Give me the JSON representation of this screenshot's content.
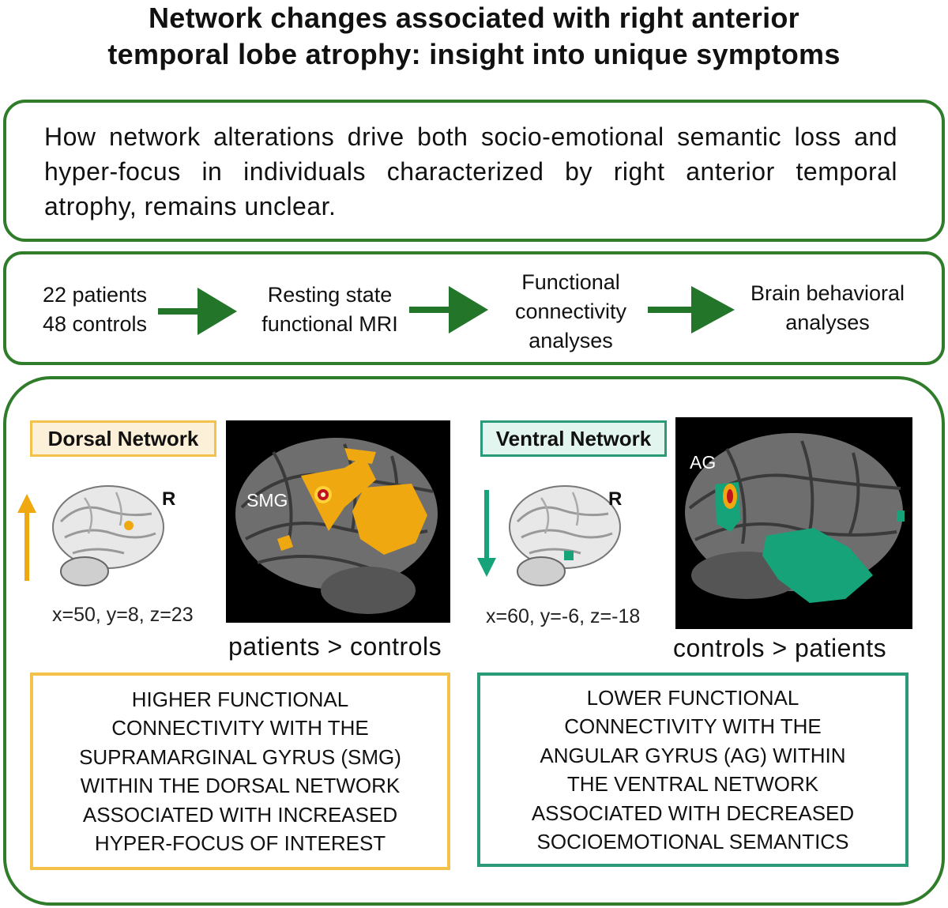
{
  "title": {
    "line1": "Network changes associated with right anterior",
    "line2": "temporal lobe atrophy: insight into unique symptoms"
  },
  "question": "How network alterations drive both socio-emotional semantic loss and hyper-focus in individuals characterized by right anterior temporal atrophy, remains unclear.",
  "workflow": {
    "steps": [
      {
        "lines": [
          "22 patients",
          "48 controls"
        ]
      },
      {
        "lines": [
          "Resting state",
          "functional MRI"
        ]
      },
      {
        "lines": [
          "Functional",
          "connectivity",
          "analyses"
        ]
      },
      {
        "lines": [
          "Brain behavioral",
          "analyses"
        ]
      }
    ]
  },
  "dorsal": {
    "label": "Dorsal Network",
    "hemisphere": "R",
    "coords": "x=50, y=8, z=23",
    "region_label": "SMG",
    "comparison": "patients > controls",
    "finding_lines": [
      "HIGHER FUNCTIONAL",
      "CONNECTIVITY WITH THE",
      "SUPRAMARGINAL GYRUS (SMG)",
      "WITHIN THE DORSAL NETWORK",
      "ASSOCIATED WITH INCREASED",
      "HYPER-FOCUS OF INTEREST"
    ],
    "direction": "up",
    "color": "#f0a810"
  },
  "ventral": {
    "label": "Ventral Network",
    "hemisphere": "R",
    "coords": "x=60, y=-6, z=-18",
    "region_label": "AG",
    "comparison": "controls > patients",
    "finding_lines": [
      "LOWER FUNCTIONAL",
      "CONNECTIVITY WITH THE",
      "ANGULAR GYRUS (AG) WITHIN",
      "THE VENTRAL NETWORK",
      "ASSOCIATED WITH DECREASED",
      "SOCIOEMOTIONAL SEMANTICS"
    ],
    "direction": "down",
    "color": "#17a379"
  },
  "colors": {
    "frame_green": "#2f7d2a",
    "arrow_green": "#23752a",
    "dorsal_box_border": "#f4c14a",
    "dorsal_label_bg": "#fdf0d8",
    "ventral_box_border": "#2a9a78",
    "ventral_label_bg": "#e2f5ef"
  }
}
